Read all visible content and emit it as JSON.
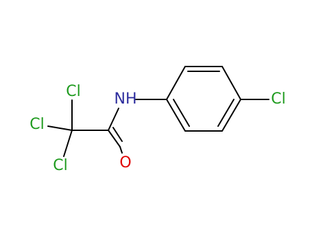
{
  "diagram": {
    "atoms": {
      "cl_top": {
        "label": "Cl",
        "color": "#1f9b1f"
      },
      "cl_left": {
        "label": "Cl",
        "color": "#1f9b1f"
      },
      "cl_bottom": {
        "label": "Cl",
        "color": "#1f9b1f"
      },
      "nh": {
        "label": "NH",
        "color": "#2e2e9e"
      },
      "oxygen": {
        "label": "O",
        "color": "#e00000"
      },
      "cl_right": {
        "label": "Cl",
        "color": "#1f9b1f"
      }
    },
    "colors": {
      "bond": "#000000",
      "chlorine": "#1f9b1f",
      "nitrogen": "#2e2e9e",
      "oxygen": "#e00000"
    }
  }
}
